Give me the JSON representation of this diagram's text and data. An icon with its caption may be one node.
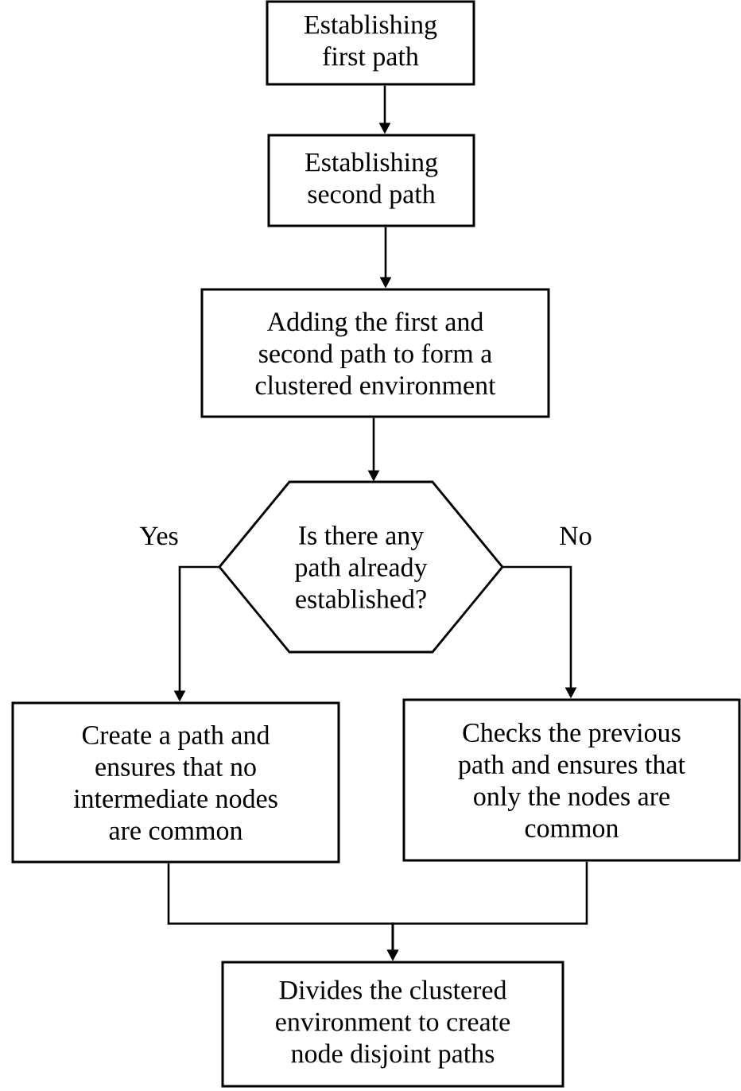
{
  "diagram": {
    "nodes": [
      {
        "text": [
          "Establishing first path"
        ]
      },
      {
        "text": [
          "Establishing second path"
        ]
      },
      {
        "text": [
          "Adding the first and second path to form a clustered environment"
        ]
      },
      {
        "text": [
          "Is there any path already established?"
        ]
      },
      {
        "text": [
          "Create a path and ensures that no intermediate nodes are common"
        ]
      },
      {
        "text": [
          "Checks the previous path and ensures that only the nodes are common"
        ]
      },
      {
        "text": [
          "Divides the clustered environment to create node disjoint paths"
        ]
      }
    ],
    "edges": [
      {
        "from": 0,
        "to": 1,
        "arrow": "to"
      },
      {
        "from": 1,
        "to": 2,
        "arrow": "to"
      },
      {
        "from": 2,
        "to": 3,
        "arrow": "to"
      },
      {
        "from": 3,
        "to": 4,
        "arrow": "to",
        "label": "Yes"
      },
      {
        "from": 3,
        "to": 5,
        "arrow": "to",
        "label": "No"
      },
      {
        "from": 4,
        "to": 6,
        "arrow": "to"
      },
      {
        "from": 5,
        "to": 6,
        "arrow": "to"
      }
    ]
  }
}
